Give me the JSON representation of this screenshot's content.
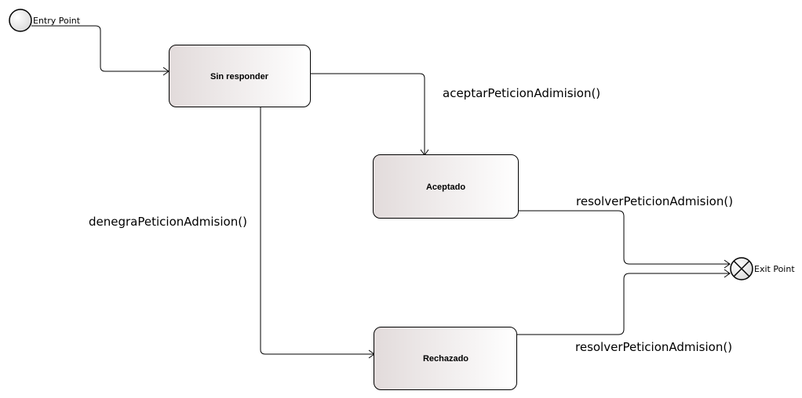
{
  "diagram": {
    "entry_point": {
      "label": "Entry Point"
    },
    "exit_point": {
      "label": "Exit Point"
    },
    "states": {
      "sin_responder": {
        "label": "Sin responder"
      },
      "aceptado": {
        "label": "Aceptado"
      },
      "rechazado": {
        "label": "Rechazado"
      }
    },
    "transitions": {
      "aceptar": {
        "label": "aceptarPeticionAdimision()"
      },
      "denegar": {
        "label": "denegraPeticionAdmision()"
      },
      "resolver_aceptado": {
        "label": "resolverPeticionAdmision()"
      },
      "resolver_rechazado": {
        "label": "resolverPeticionAdmision()"
      }
    }
  }
}
